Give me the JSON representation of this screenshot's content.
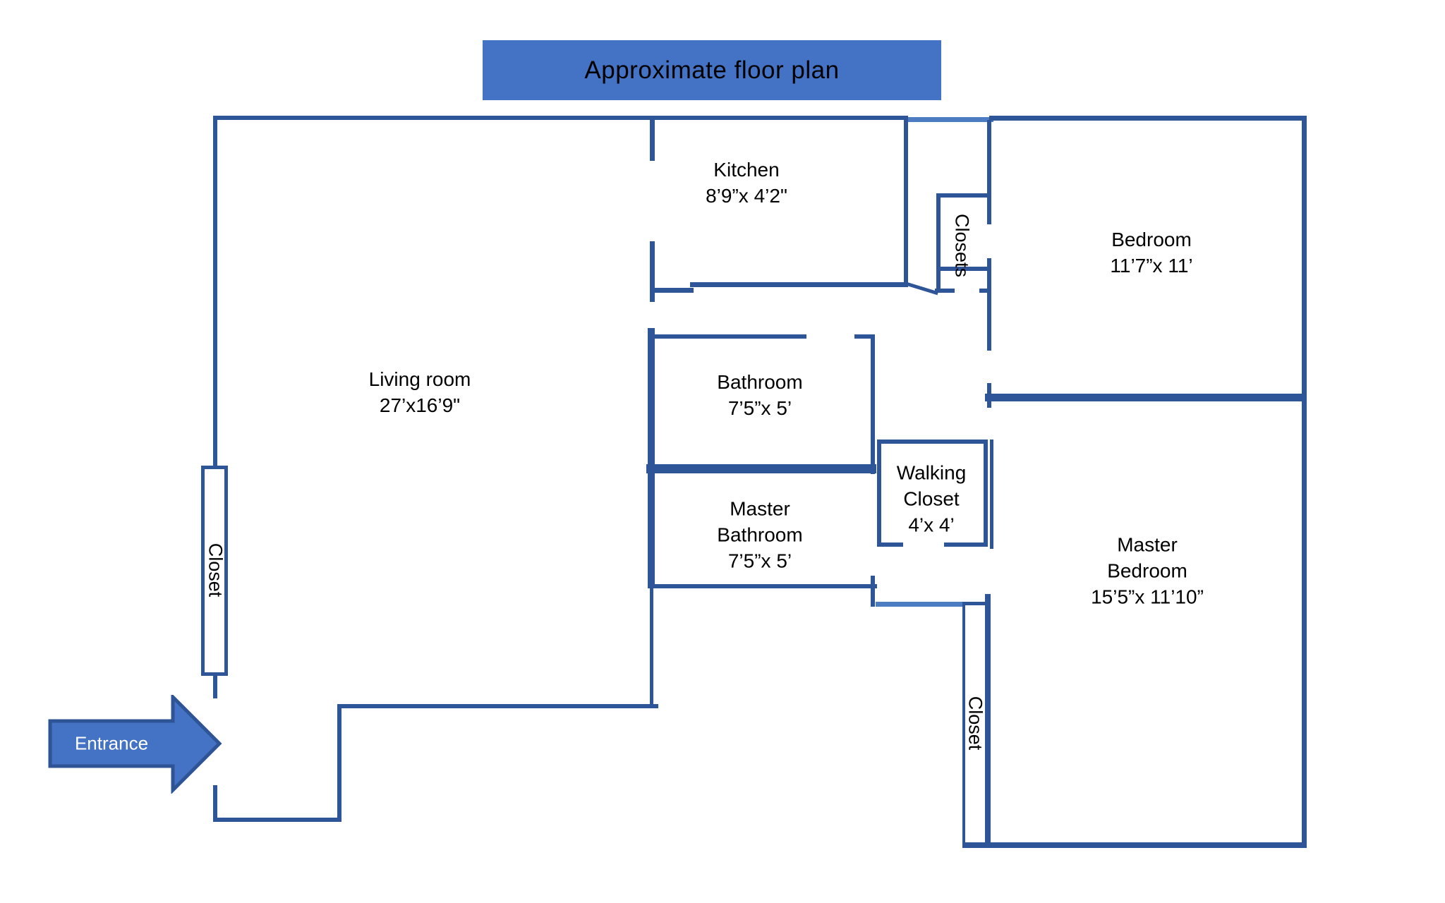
{
  "title": "Approximate floor plan",
  "entrance": {
    "label": "Entrance"
  },
  "rooms": {
    "living_room": {
      "name": "Living room",
      "dims": "27’x16’9\""
    },
    "kitchen": {
      "name": "Kitchen",
      "dims": "8’9”x 4’2\""
    },
    "bedroom": {
      "name": "Bedroom",
      "dims": "11’7”x 11’"
    },
    "bathroom": {
      "name": "Bathroom",
      "dims": "7’5”x 5’"
    },
    "master_bathroom": {
      "name": "Master Bathroom",
      "dims": "7’5”x 5’"
    },
    "walking_closet": {
      "name": "Walking Closet",
      "dims": "4’x 4’"
    },
    "master_bedroom": {
      "name": "Master Bedroom",
      "dims": "15’5”x 11’10”"
    }
  },
  "closets": {
    "entry_closet": "Closet",
    "bedroom_closets": "Closets",
    "master_closet": "Closet"
  },
  "colors": {
    "wall_dark": "#2E5597",
    "wall_light": "#4C7CC2",
    "accent": "#4472C4",
    "arrow_border": "#2F5496",
    "label_text": "#000000",
    "entrance_text": "#FFFFFF"
  }
}
